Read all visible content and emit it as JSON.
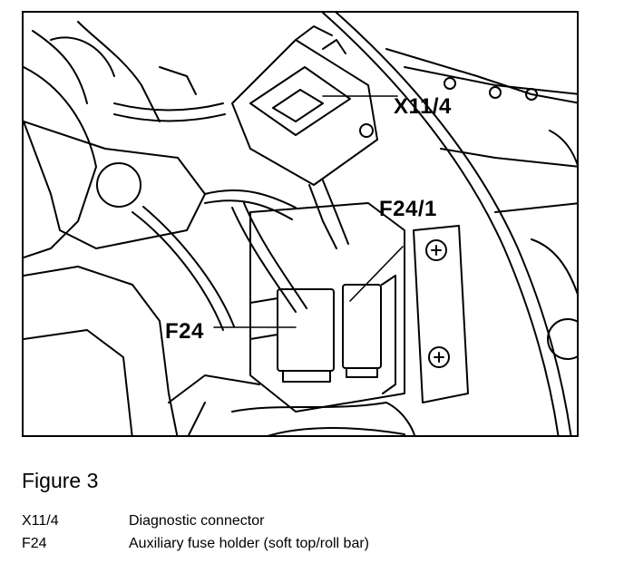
{
  "figure": {
    "callouts": {
      "x11_4": "X11/4",
      "f24_1": "F24/1",
      "f24": "F24"
    }
  },
  "caption": {
    "title": "Figure 3",
    "legend": [
      {
        "code": "X11/4",
        "description": "Diagnostic connector"
      },
      {
        "code": "F24",
        "description": "Auxiliary fuse holder (soft top/roll bar)"
      }
    ]
  },
  "colors": {
    "ink": "#000000",
    "paper": "#ffffff"
  }
}
